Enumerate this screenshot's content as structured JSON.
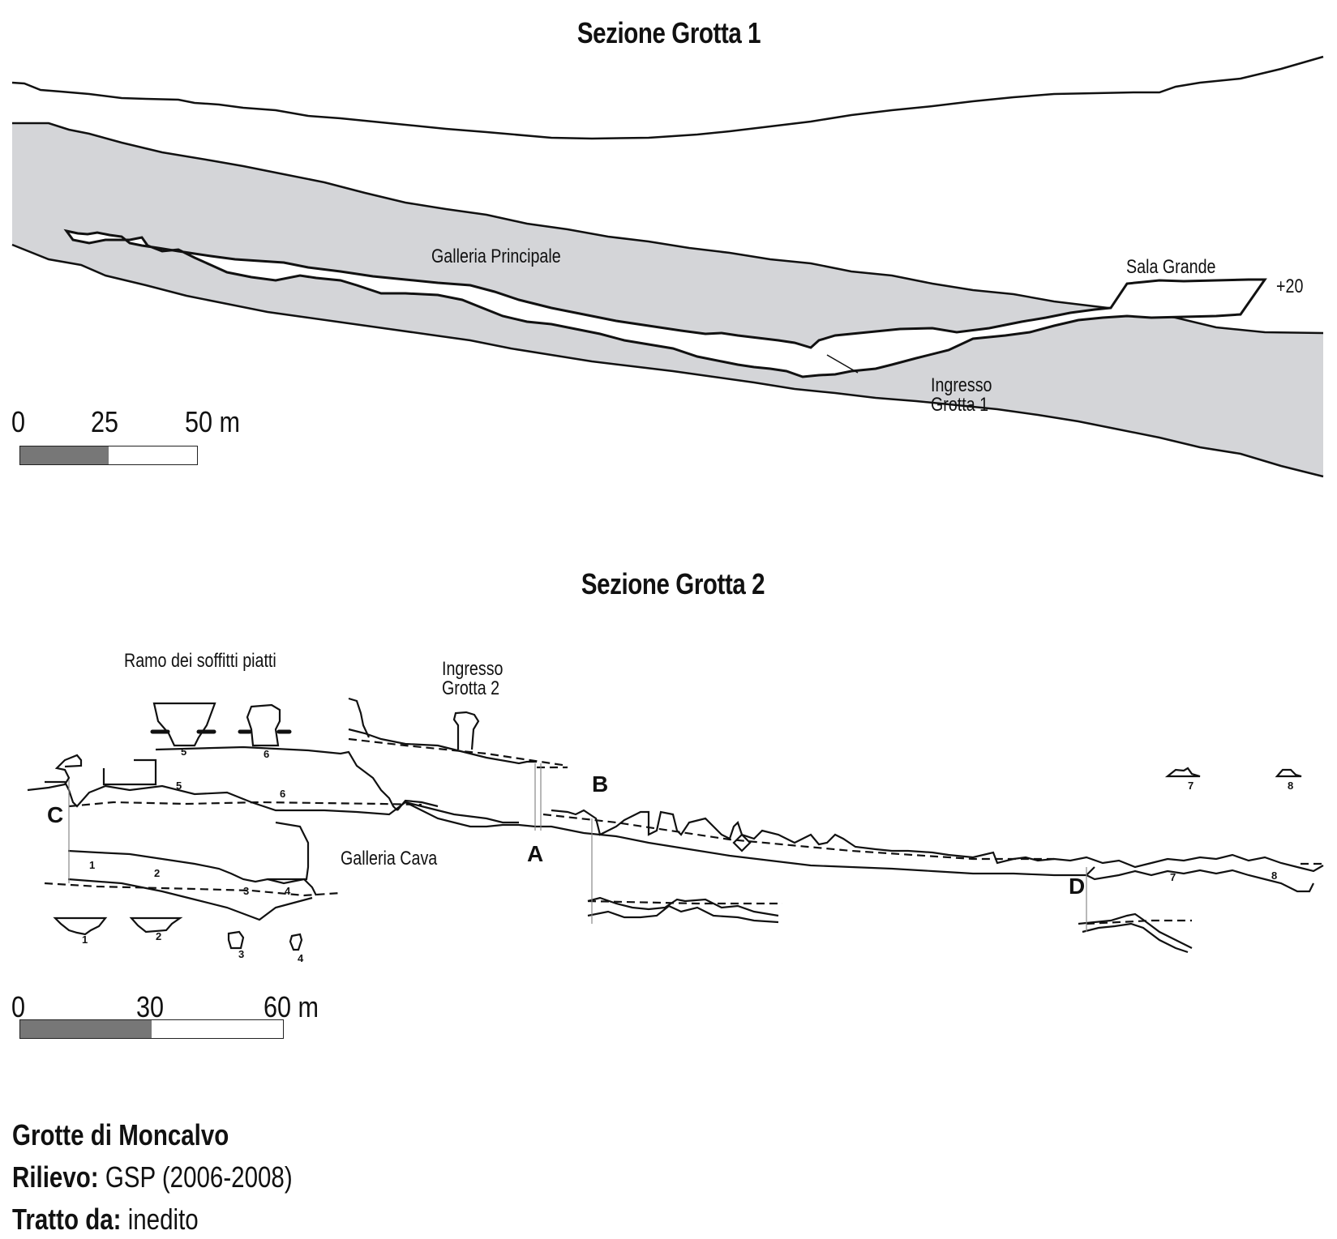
{
  "section1": {
    "title": "Sezione Grotta 1",
    "labels": {
      "main_gallery": "Galleria Principale",
      "big_hall": "Sala Grande",
      "elevation": "+20",
      "entrance_line1": "Ingresso",
      "entrance_line2": "Grotta 1"
    },
    "scale": {
      "ticks": [
        "0",
        "25",
        "50 m"
      ],
      "max_m": 50,
      "filled_m": 25
    },
    "colors": {
      "rock": "#d4d5d8",
      "line": "#111111"
    }
  },
  "section2": {
    "title": "Sezione Grotta 2",
    "labels": {
      "flat_ceiling_branch": "Ramo dei soffitti piatti",
      "entrance_line1": "Ingresso",
      "entrance_line2": "Grotta 2",
      "quarry_gallery": "Galleria Cava",
      "points": [
        "A",
        "B",
        "C",
        "D"
      ],
      "cross_sections": [
        "1",
        "2",
        "3",
        "4",
        "5",
        "6",
        "7",
        "8"
      ]
    },
    "scale": {
      "ticks": [
        "0",
        "30",
        "60 m"
      ],
      "max_m": 60,
      "filled_m": 30
    }
  },
  "caption": {
    "cave_name": "Grotte di Moncalvo",
    "survey_label": "Rilievo:",
    "survey_value": "GSP (2006-2008)",
    "source_label": "Tratto da:",
    "source_value": "inedito"
  }
}
